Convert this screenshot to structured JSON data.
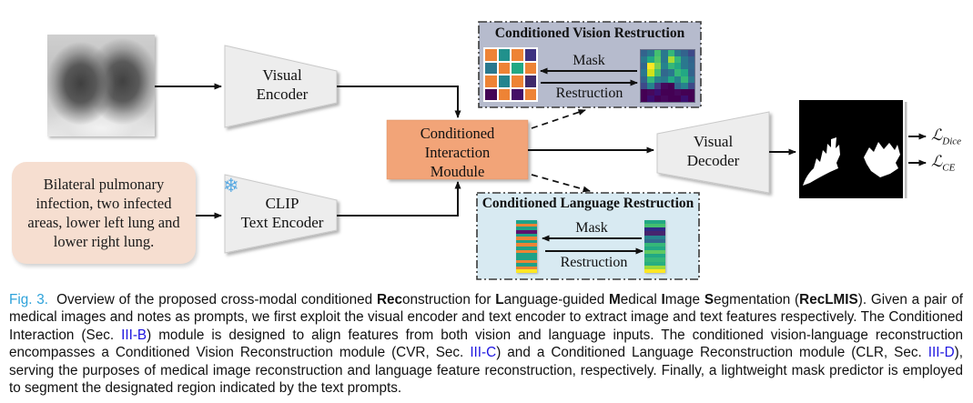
{
  "colors": {
    "cim_orange": "#f2a478",
    "cvr_bg": "#b6bbcd",
    "clr_bg": "#d8eaf2",
    "prompt_bg": "#f6ded0",
    "patch_orange": "#ee8335",
    "snowflake_blue": "#58a9e2",
    "figlabel_blue": "#2da2da",
    "link_blue": "#1d14e0"
  },
  "diagram": {
    "prompt_text": "Bilateral pulmonary infection, two infected areas, lower left lung and lower right lung.",
    "visual_encoder": {
      "line1": "Visual",
      "line2": "Encoder"
    },
    "clip_encoder": {
      "snowflake_icon": "❄",
      "line1": "CLIP",
      "line2": "Text Encoder"
    },
    "cim": {
      "line1": "Conditioned",
      "line2": "Interaction",
      "line3": "Moudule"
    },
    "visual_decoder": {
      "line1": "Visual",
      "line2": "Decoder"
    },
    "cvr": {
      "title": "Conditioned Vision Restruction",
      "mask_label": "Mask",
      "restruction_label": "Restruction",
      "grid_colors": [
        "#ee8335",
        "#21918c",
        "#ee8335",
        "#3d3181",
        "#2a788e",
        "#ee8335",
        "#22a884",
        "#ee8335",
        "#ee8335",
        "#25848e",
        "#ee8335",
        "#3f2a6b",
        "#440556",
        "#ee8335",
        "#440f67",
        "#ee8335"
      ],
      "heatmap_colors": [
        "#33638d",
        "#2a788e",
        "#44bf70",
        "#2a788e",
        "#35b779",
        "#2a788e",
        "#33638d",
        "#3e4989",
        "#2a788e",
        "#22a884",
        "#54c568",
        "#2a788e",
        "#a5db36",
        "#35b779",
        "#2a788e",
        "#33638d",
        "#31688e",
        "#fde725",
        "#7ad151",
        "#26828e",
        "#35b779",
        "#22a884",
        "#2a788e",
        "#31688e",
        "#2a788e",
        "#d2e21b",
        "#44bf70",
        "#31688e",
        "#2a788e",
        "#35b779",
        "#22a884",
        "#33638d",
        "#33638d",
        "#35b779",
        "#26828e",
        "#2a788e",
        "#22a884",
        "#26828e",
        "#35b779",
        "#2a788e",
        "#3e4989",
        "#26828e",
        "#443983",
        "#46085c",
        "#440154",
        "#31688e",
        "#26828e",
        "#3e4989",
        "#440154",
        "#46085c",
        "#3b0f70",
        "#440154",
        "#440154",
        "#46085c",
        "#440154",
        "#440154",
        "#440154",
        "#3b0f70",
        "#440154",
        "#46085c",
        "#440154",
        "#440154",
        "#3b0f70",
        "#440154"
      ]
    },
    "clr": {
      "title": "Conditioned Language Restruction",
      "mask_label": "Mask",
      "restruction_label": "Restruction",
      "left_bar_colors": [
        "#1fa187",
        "#ee8335",
        "#1fa187",
        "#5c136e",
        "#1fa187",
        "#ee8335",
        "#1fa187",
        "#ee8335",
        "#1fa187",
        "#ee8335",
        "#1fa187",
        "#1fa187",
        "#ee8335",
        "#1fa187",
        "#ee8335",
        "#fde725"
      ],
      "right_bar_colors": [
        "#22a884",
        "#44bf70",
        "#2e2a84",
        "#46246e",
        "#26828e",
        "#31688e",
        "#35b779",
        "#22a884",
        "#5ec962",
        "#22a884",
        "#35b779",
        "#28ae80",
        "#9bd93c",
        "#fde725"
      ]
    },
    "losses": {
      "dice": {
        "symbol": "ℒ",
        "sub": "Dice"
      },
      "ce": {
        "symbol": "ℒ",
        "sub": "CE"
      }
    }
  },
  "caption": {
    "segments": [
      {
        "style": "figlabel",
        "text": "Fig. 3."
      },
      {
        "style": "normal",
        "text": "Overview of the proposed cross-modal conditioned "
      },
      {
        "style": "bold",
        "text": "Rec"
      },
      {
        "style": "normal",
        "text": "onstruction for "
      },
      {
        "style": "bold",
        "text": "L"
      },
      {
        "style": "normal",
        "text": "anguage-guided "
      },
      {
        "style": "bold",
        "text": "M"
      },
      {
        "style": "normal",
        "text": "edical "
      },
      {
        "style": "bold",
        "text": "I"
      },
      {
        "style": "normal",
        "text": "mage "
      },
      {
        "style": "bold",
        "text": "S"
      },
      {
        "style": "normal",
        "text": "egmentation ("
      },
      {
        "style": "bold",
        "text": "RecLMIS"
      },
      {
        "style": "normal",
        "text": "). Given a pair of medical images and notes as prompts, we first exploit the visual encoder and text encoder to extract image and text features respectively. The Conditioned Interaction (Sec. "
      },
      {
        "style": "link",
        "text": "III-B"
      },
      {
        "style": "normal",
        "text": ") module is designed to align features from both vision and language inputs. The conditioned vision-language reconstruction encompasses a Conditioned Vision Reconstruction module (CVR, Sec. "
      },
      {
        "style": "link",
        "text": "III-C"
      },
      {
        "style": "normal",
        "text": ") and a Conditioned Language Reconstruction module (CLR, Sec. "
      },
      {
        "style": "link",
        "text": "III-D"
      },
      {
        "style": "normal",
        "text": "), serving the purposes of medical image reconstruction and language feature reconstruction, respectively. Finally, a lightweight mask predictor is employed to segment the designated region indicated by the text prompts."
      }
    ]
  }
}
